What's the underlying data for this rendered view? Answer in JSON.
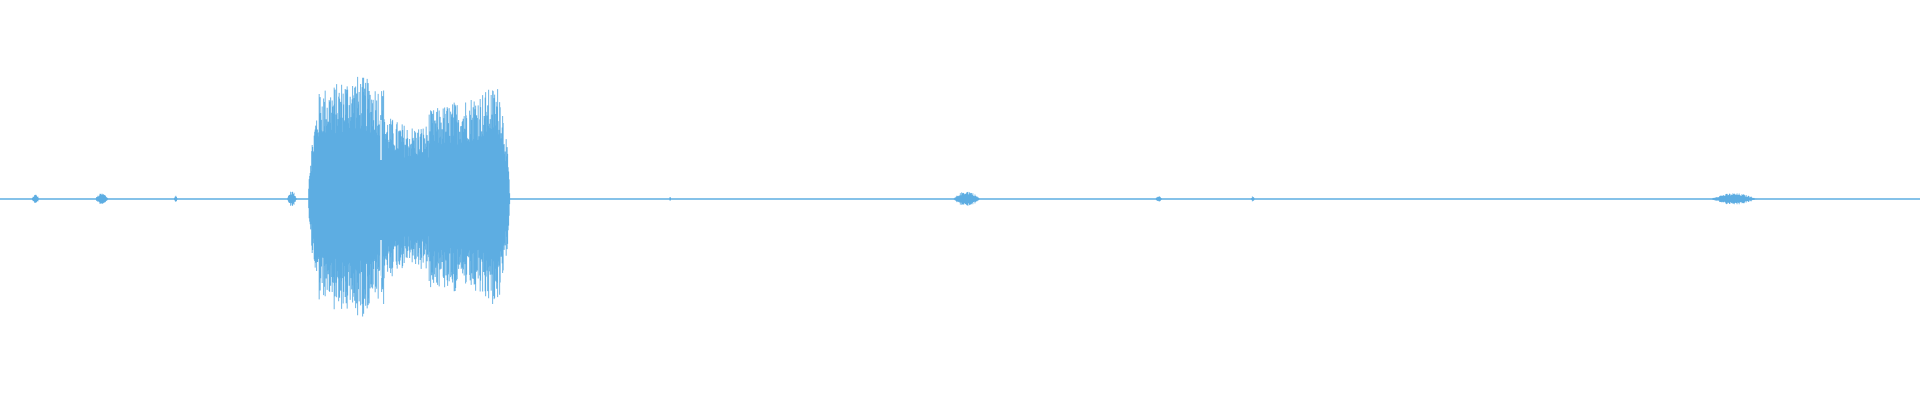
{
  "waveform": {
    "color": "#5dade2",
    "background": "#ffffff",
    "bursts": [
      {
        "start": 0.0165,
        "end": 0.0205,
        "amplitude": 0.04
      },
      {
        "start": 0.0495,
        "end": 0.0565,
        "amplitude": 0.05
      },
      {
        "start": 0.0905,
        "end": 0.0925,
        "amplitude": 0.03
      },
      {
        "start": 0.1495,
        "end": 0.1545,
        "amplitude": 0.07
      },
      {
        "start": 0.1605,
        "end": 0.2655,
        "amplitude": 1.0
      },
      {
        "start": 0.3485,
        "end": 0.3495,
        "amplitude": 0.02
      },
      {
        "start": 0.4965,
        "end": 0.5105,
        "amplitude": 0.07
      },
      {
        "start": 0.6015,
        "end": 0.6055,
        "amplitude": 0.025
      },
      {
        "start": 0.6515,
        "end": 0.6535,
        "amplitude": 0.025
      },
      {
        "start": 0.8905,
        "end": 0.9155,
        "amplitude": 0.05
      }
    ]
  }
}
